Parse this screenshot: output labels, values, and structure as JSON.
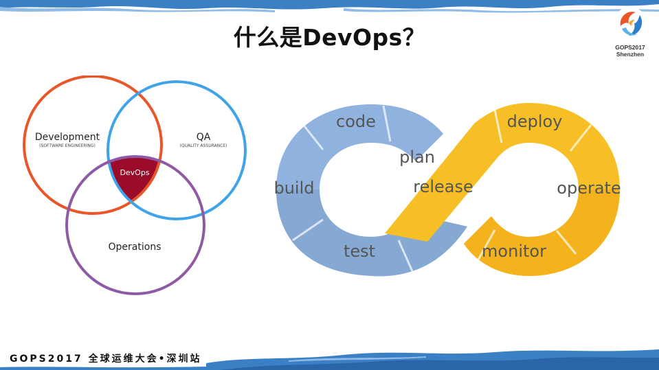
{
  "slide": {
    "title": "什么是DevOps？",
    "footer": "GOPS2017 全球运维大会•深圳站"
  },
  "logo": {
    "line1": "GOPS2017",
    "line2": "Shenzhen"
  },
  "venn": {
    "development": "Development",
    "development_sub": "(SOFTWARE ENGINEERING)",
    "qa": "QA",
    "qa_sub": "(QUALITY ASSURANCE)",
    "operations": "Operations",
    "center": "DevOps",
    "colors": {
      "development": "#e8562a",
      "qa": "#3ea3e8",
      "operations": "#8e5aa6",
      "center": "#9b0b2a"
    }
  },
  "loop": {
    "labels": {
      "code": "code",
      "plan": "plan",
      "build": "build",
      "test": "test",
      "release": "release",
      "deploy": "deploy",
      "operate": "operate",
      "monitor": "monitor"
    },
    "colors": {
      "dev": "#8fb3de",
      "ops": "#f7bf26"
    }
  }
}
